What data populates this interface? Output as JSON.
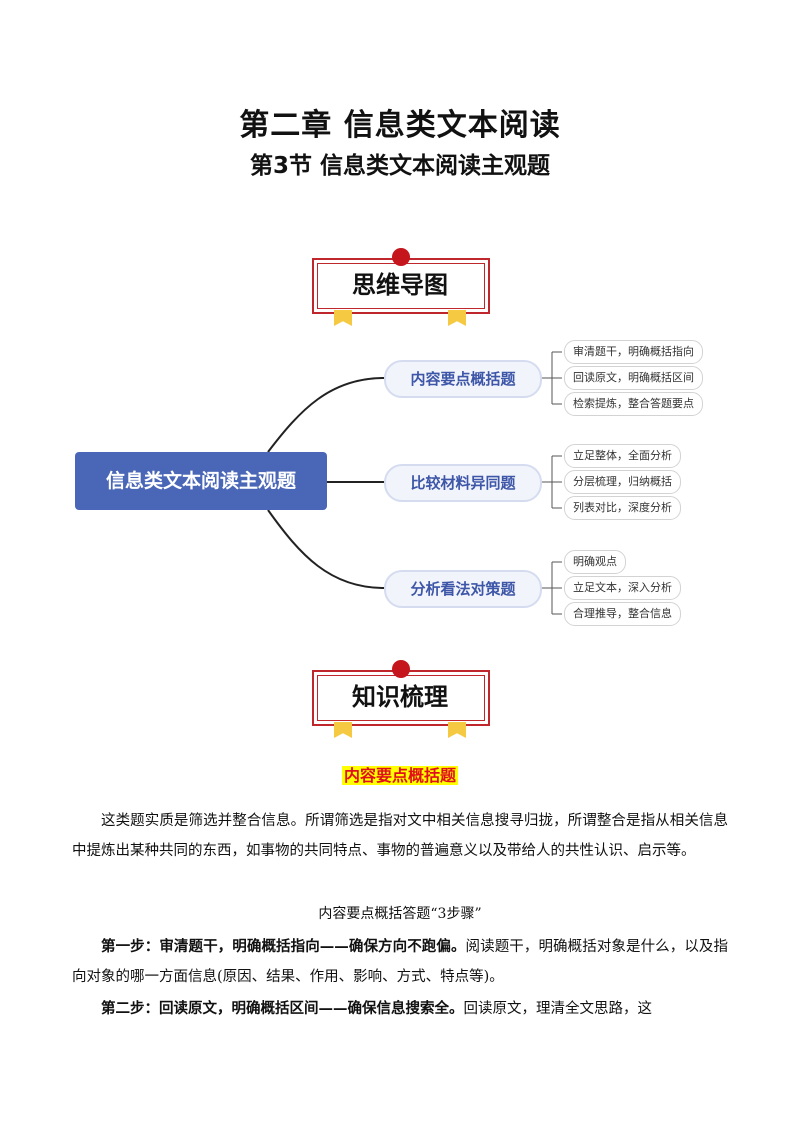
{
  "header": {
    "chapter_title": "第二章  信息类文本阅读",
    "section_title": "第3节  信息类文本阅读主观题"
  },
  "banners": {
    "mindmap_label": "思维导图",
    "knowledge_label": "知识梳理"
  },
  "mindmap": {
    "root": "信息类文本阅读主观题",
    "branches": [
      {
        "label": "内容要点概括题",
        "leaves": [
          "审清题干，明确概括指向",
          "回读原文，明确概括区间",
          "检索提炼，整合答题要点"
        ]
      },
      {
        "label": "比较材料异同题",
        "leaves": [
          "立足整体，全面分析",
          "分层梳理，归纳概括",
          "列表对比，深度分析"
        ]
      },
      {
        "label": "分析看法对策题",
        "leaves": [
          "明确观点",
          "立足文本，深入分析",
          "合理推导，整合信息"
        ]
      }
    ]
  },
  "content": {
    "section_heading": "内容要点概括题",
    "intro": "这类题实质是筛选并整合信息。所谓筛选是指对文中相关信息搜寻归拢，所谓整合是指从相关信息中提炼出某种共同的东西，如事物的共同特点、事物的普遍意义以及带给人的共性认识、启示等。",
    "steps_title": "内容要点概括答题“3步骤”",
    "step1_bold": "第一步：审清题干，明确概括指向——确保方向不跑偏。",
    "step1_text": "阅读题干，明确概括对象是什么，以及指向对象的哪一方面信息(原因、结果、作用、影响、方式、特点等)。",
    "step2_bold": "第二步：回读原文，明确概括区间——确保信息搜索全。",
    "step2_text": "回读原文，理清全文思路，这"
  },
  "colors": {
    "root_fill": "#4a66b6",
    "branch_text": "#3d56a8",
    "banner_red": "#c0272d",
    "ribbon_yellow": "#f6c943",
    "highlight_yellow": "#ffff00",
    "heading_red": "#e0101a"
  }
}
